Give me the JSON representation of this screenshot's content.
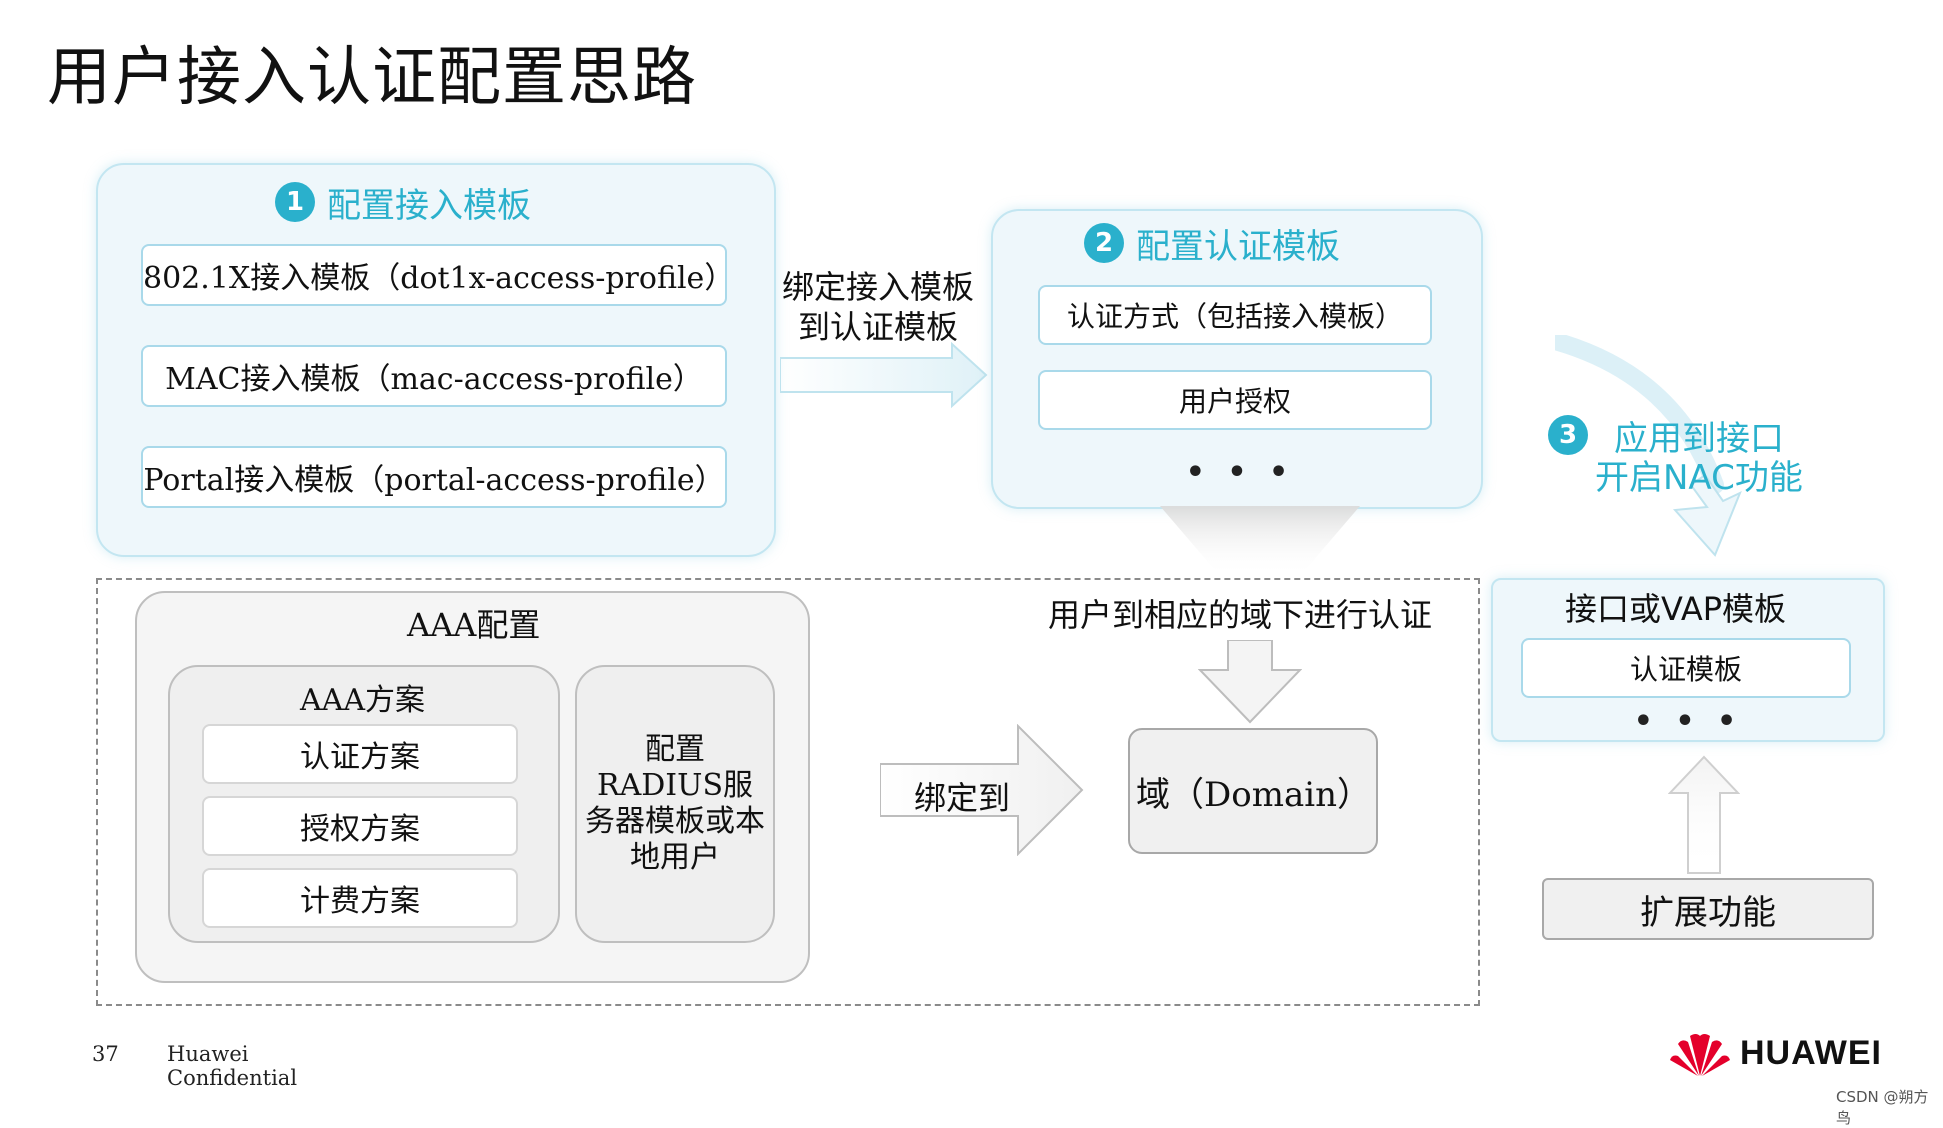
{
  "page": {
    "title": "用户接入认证配置思路"
  },
  "step1": {
    "badge": "1",
    "title": "配置接入模板",
    "items": [
      "802.1X接入模板（dot1x-access-profile）",
      "MAC接入模板（mac-access-profile）",
      "Portal接入模板（portal-access-profile）"
    ]
  },
  "bind_arrow": {
    "line1": "绑定接入模板",
    "line2": "到认证模板"
  },
  "step2": {
    "badge": "2",
    "title": "配置认证模板",
    "items": [
      "认证方式（包括接入模板）",
      "用户授权"
    ],
    "more": "• • •"
  },
  "step3": {
    "badge": "3",
    "line1": "应用到接口",
    "line2": "开启NAC功能"
  },
  "interface_box": {
    "title": "接口或VAP模板",
    "item": "认证模板",
    "more": "• • •"
  },
  "extend": {
    "label": "扩展功能"
  },
  "domain_note": "用户到相应的域下进行认证",
  "aaa": {
    "title": "AAA配置",
    "scheme_title": "AAA方案",
    "schemes": [
      "认证方案",
      "授权方案",
      "计费方案"
    ],
    "radius_lines": [
      "配置",
      "RADIUS服",
      "务器模板或本",
      "地用户"
    ]
  },
  "bind_to": "绑定到",
  "domain": "域（Domain）",
  "footer": {
    "page_no": "37",
    "conf_line1": "Huawei",
    "conf_line2": "Confidential",
    "brand": "HUAWEI",
    "watermark": "CSDN @朔方鸟"
  },
  "colors": {
    "accent": "#2ab0cc",
    "panel_bg": "#eef7fb",
    "panel_border": "#c3e6f1",
    "huawei_red": "#e4002b"
  }
}
